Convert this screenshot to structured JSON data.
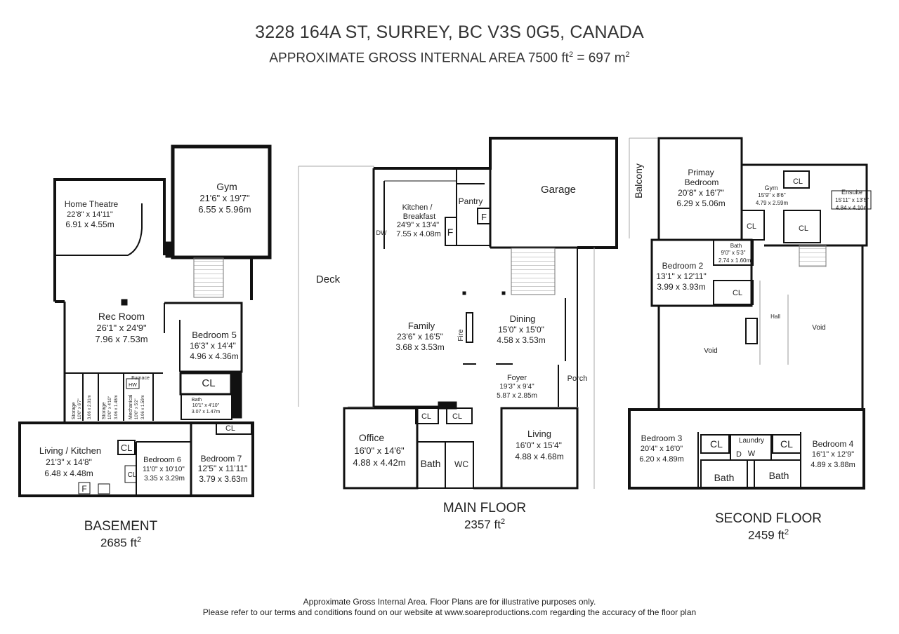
{
  "header": {
    "title": "3228 164A ST, SURREY, BC V3S 0G5, CANADA",
    "area_prefix": "APPROXIMATE GROSS INTERNAL AREA 7500 ft",
    "area_mid": " = 697 m",
    "sq": "2"
  },
  "floors": {
    "basement": {
      "name": "BASEMENT",
      "area": "2685 ft"
    },
    "main": {
      "name": "MAIN FLOOR",
      "area": "2357 ft"
    },
    "second": {
      "name": "SECOND FLOOR",
      "area": "2459 ft"
    }
  },
  "basement_rooms": {
    "home_theatre": {
      "name": "Home Theatre",
      "imp": "22'8\" x 14'11\"",
      "met": "6.91 x 4.55m"
    },
    "gym": {
      "name": "Gym",
      "imp": "21'6\" x 19'7\"",
      "met": "6.55 x 5.96m"
    },
    "rec_room": {
      "name": "Rec Room",
      "imp": "26'1\" x 24'9\"",
      "met": "7.96 x 7.53m"
    },
    "bedroom5": {
      "name": "Bedroom 5",
      "imp": "16'3\" x 14'4\"",
      "met": "4.96 x 4.36m"
    },
    "storage1": {
      "name": "Storage",
      "imp": "10'0\" x 6'7\"",
      "met": "3.06 x 2.01m"
    },
    "storage2": {
      "name": "Storage",
      "imp": "10'0\" x 4'10\"",
      "met": "3.06 x 1.48m"
    },
    "mechanical": {
      "name": "Mechanical",
      "imp": "10'0\" x 5'2\"",
      "met": "3.06 x 1.59m"
    },
    "furnace": "Furnace",
    "hw": "HW",
    "cl_big": "CL",
    "bath": {
      "name": "Bath",
      "imp": "10'1\" x 4'10\"",
      "met": "3.07 x 1.47m"
    },
    "living_kitchen": {
      "name": "Living / Kitchen",
      "imp": "21'3\" x 14'8\"",
      "met": "6.48 x 4.48m"
    },
    "cl1": "CL",
    "cl2": "CL",
    "cl3": "CL",
    "f": "F",
    "bedroom6": {
      "name": "Bedroom 6",
      "imp": "11'0\" x 10'10\"",
      "met": "3.35 x 3.29m"
    },
    "bedroom7": {
      "name": "Bedroom 7",
      "imp": "12'5\" x 11'11\"",
      "met": "3.79 x 3.63m"
    }
  },
  "main_rooms": {
    "deck": "Deck",
    "garage": "Garage",
    "kitchen": {
      "name1": "Kitchen /",
      "name2": "Breakfast",
      "imp": "24'9\" x 13'4\"",
      "met": "7.55 x 4.08m"
    },
    "pantry": "Pantry",
    "dw": "DW",
    "f1": "F",
    "f2": "F",
    "family": {
      "name": "Family",
      "imp": "23'6\" x 16'5\"",
      "met": "3.68 x 3.53m"
    },
    "fire": "Fire",
    "dining": {
      "name": "Dining",
      "imp": "15'0\" x 15'0\"",
      "met": "4.58 x 3.53m"
    },
    "foyer": {
      "name": "Foyer",
      "imp": "19'3\" x 9'4\"",
      "met": "5.87 x 2.85m"
    },
    "porch": "Porch",
    "office": {
      "name": "Office",
      "imp": "16'0\" x 14'6\"",
      "met": "4.88 x 4.42m"
    },
    "cl1": "CL",
    "cl2": "CL",
    "bath": "Bath",
    "wc": "WC",
    "living": {
      "name": "Living",
      "imp": "16'0\" x 15'4\"",
      "met": "4.88 x 4.68m"
    }
  },
  "second_rooms": {
    "balcony": "Balcony",
    "primary": {
      "name1": "Primay",
      "name2": "Bedroom",
      "imp": "20'8\" x 16'7\"",
      "met": "6.29 x 5.06m"
    },
    "gym": {
      "name": "Gym",
      "imp": "15'9\" x 8'6\"",
      "met": "4.79 x 2.59m"
    },
    "ensuite": {
      "name": "Ensuite",
      "imp": "15'11\" x 13'5\"",
      "met": "4.84 x 4.10m"
    },
    "cl_a": "CL",
    "cl_b": "CL",
    "cl_c": "CL",
    "cl_d": "CL",
    "bath_small": {
      "name": "Bath",
      "imp": "9'0\" x 5'3\"",
      "met": "2.74 x 1.60m"
    },
    "bedroom2": {
      "name": "Bedroom 2",
      "imp": "13'1\" x 12'11\"",
      "met": "3.99 x 3.93m"
    },
    "hall": "Hall",
    "void1": "Void",
    "void2": "Void",
    "bedroom3": {
      "name": "Bedroom 3",
      "imp": "20'4\" x 16'0\"",
      "met": "6.20 x 4.89m"
    },
    "cl_e": "CL",
    "cl_f": "CL",
    "laundry": "Laundry",
    "d": "D",
    "w": "W",
    "bath1": "Bath",
    "bath2": "Bath",
    "bedroom4": {
      "name": "Bedroom 4",
      "imp": "16'1\" x 12'9\"",
      "met": "4.89 x 3.88m"
    }
  },
  "footer": {
    "line1": "Approximate Gross Internal Area. Floor Plans are for illustrative purposes only.",
    "line2": "Please refer to our terms and conditions found on our website at www.soareproductions.com regarding the accuracy of the floor plan"
  }
}
